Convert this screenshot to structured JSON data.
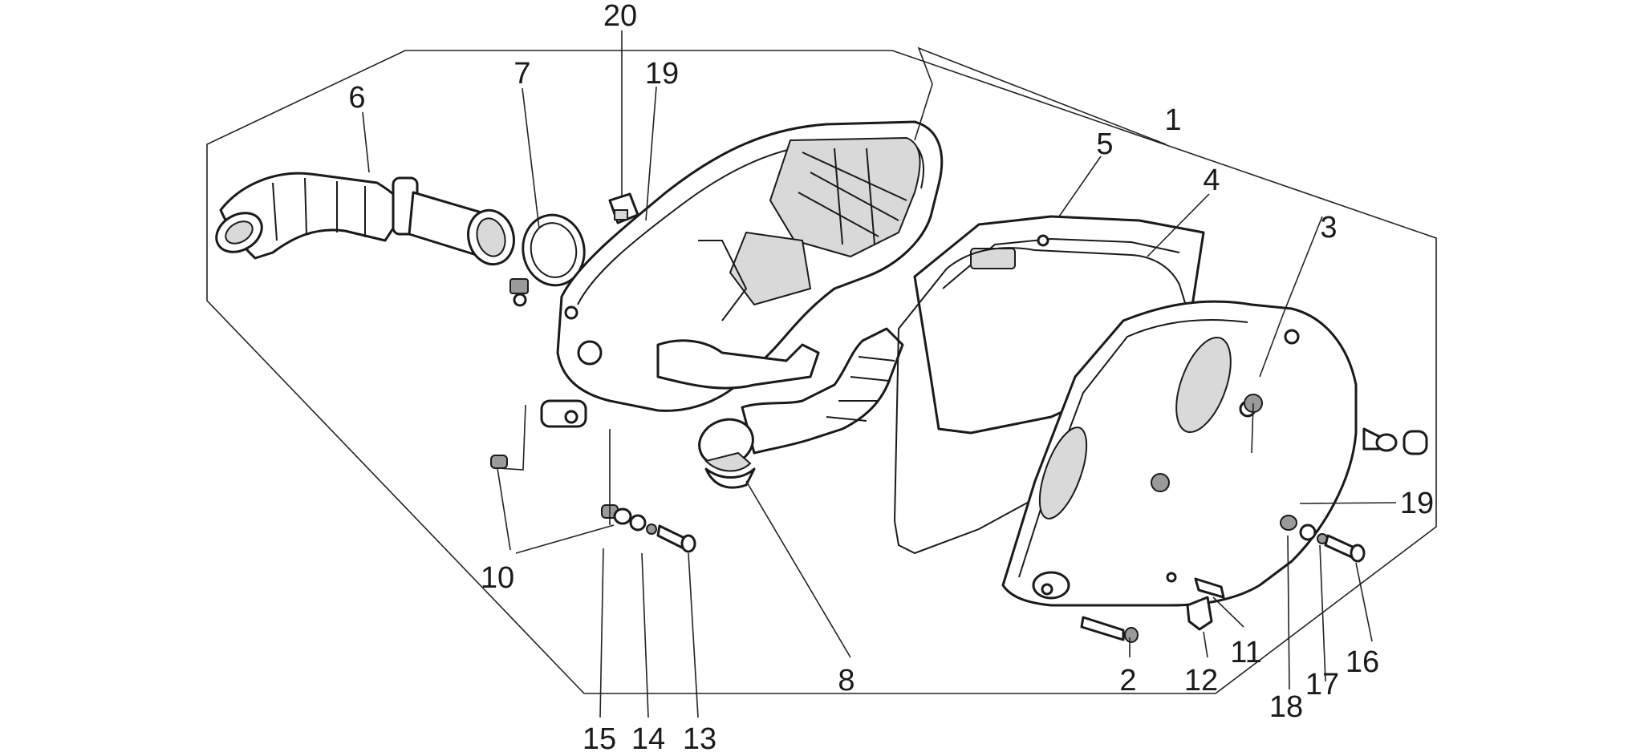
{
  "callouts": {
    "c1": "1",
    "c2": "2",
    "c3": "3",
    "c4": "4",
    "c5": "5",
    "c6": "6",
    "c7": "7",
    "c8": "8",
    "c10": "10",
    "c11": "11",
    "c12": "12",
    "c13": "13",
    "c14": "14",
    "c15": "15",
    "c16": "16",
    "c17": "17",
    "c18": "18",
    "c19a": "19",
    "c19b": "19",
    "c20": "20"
  }
}
